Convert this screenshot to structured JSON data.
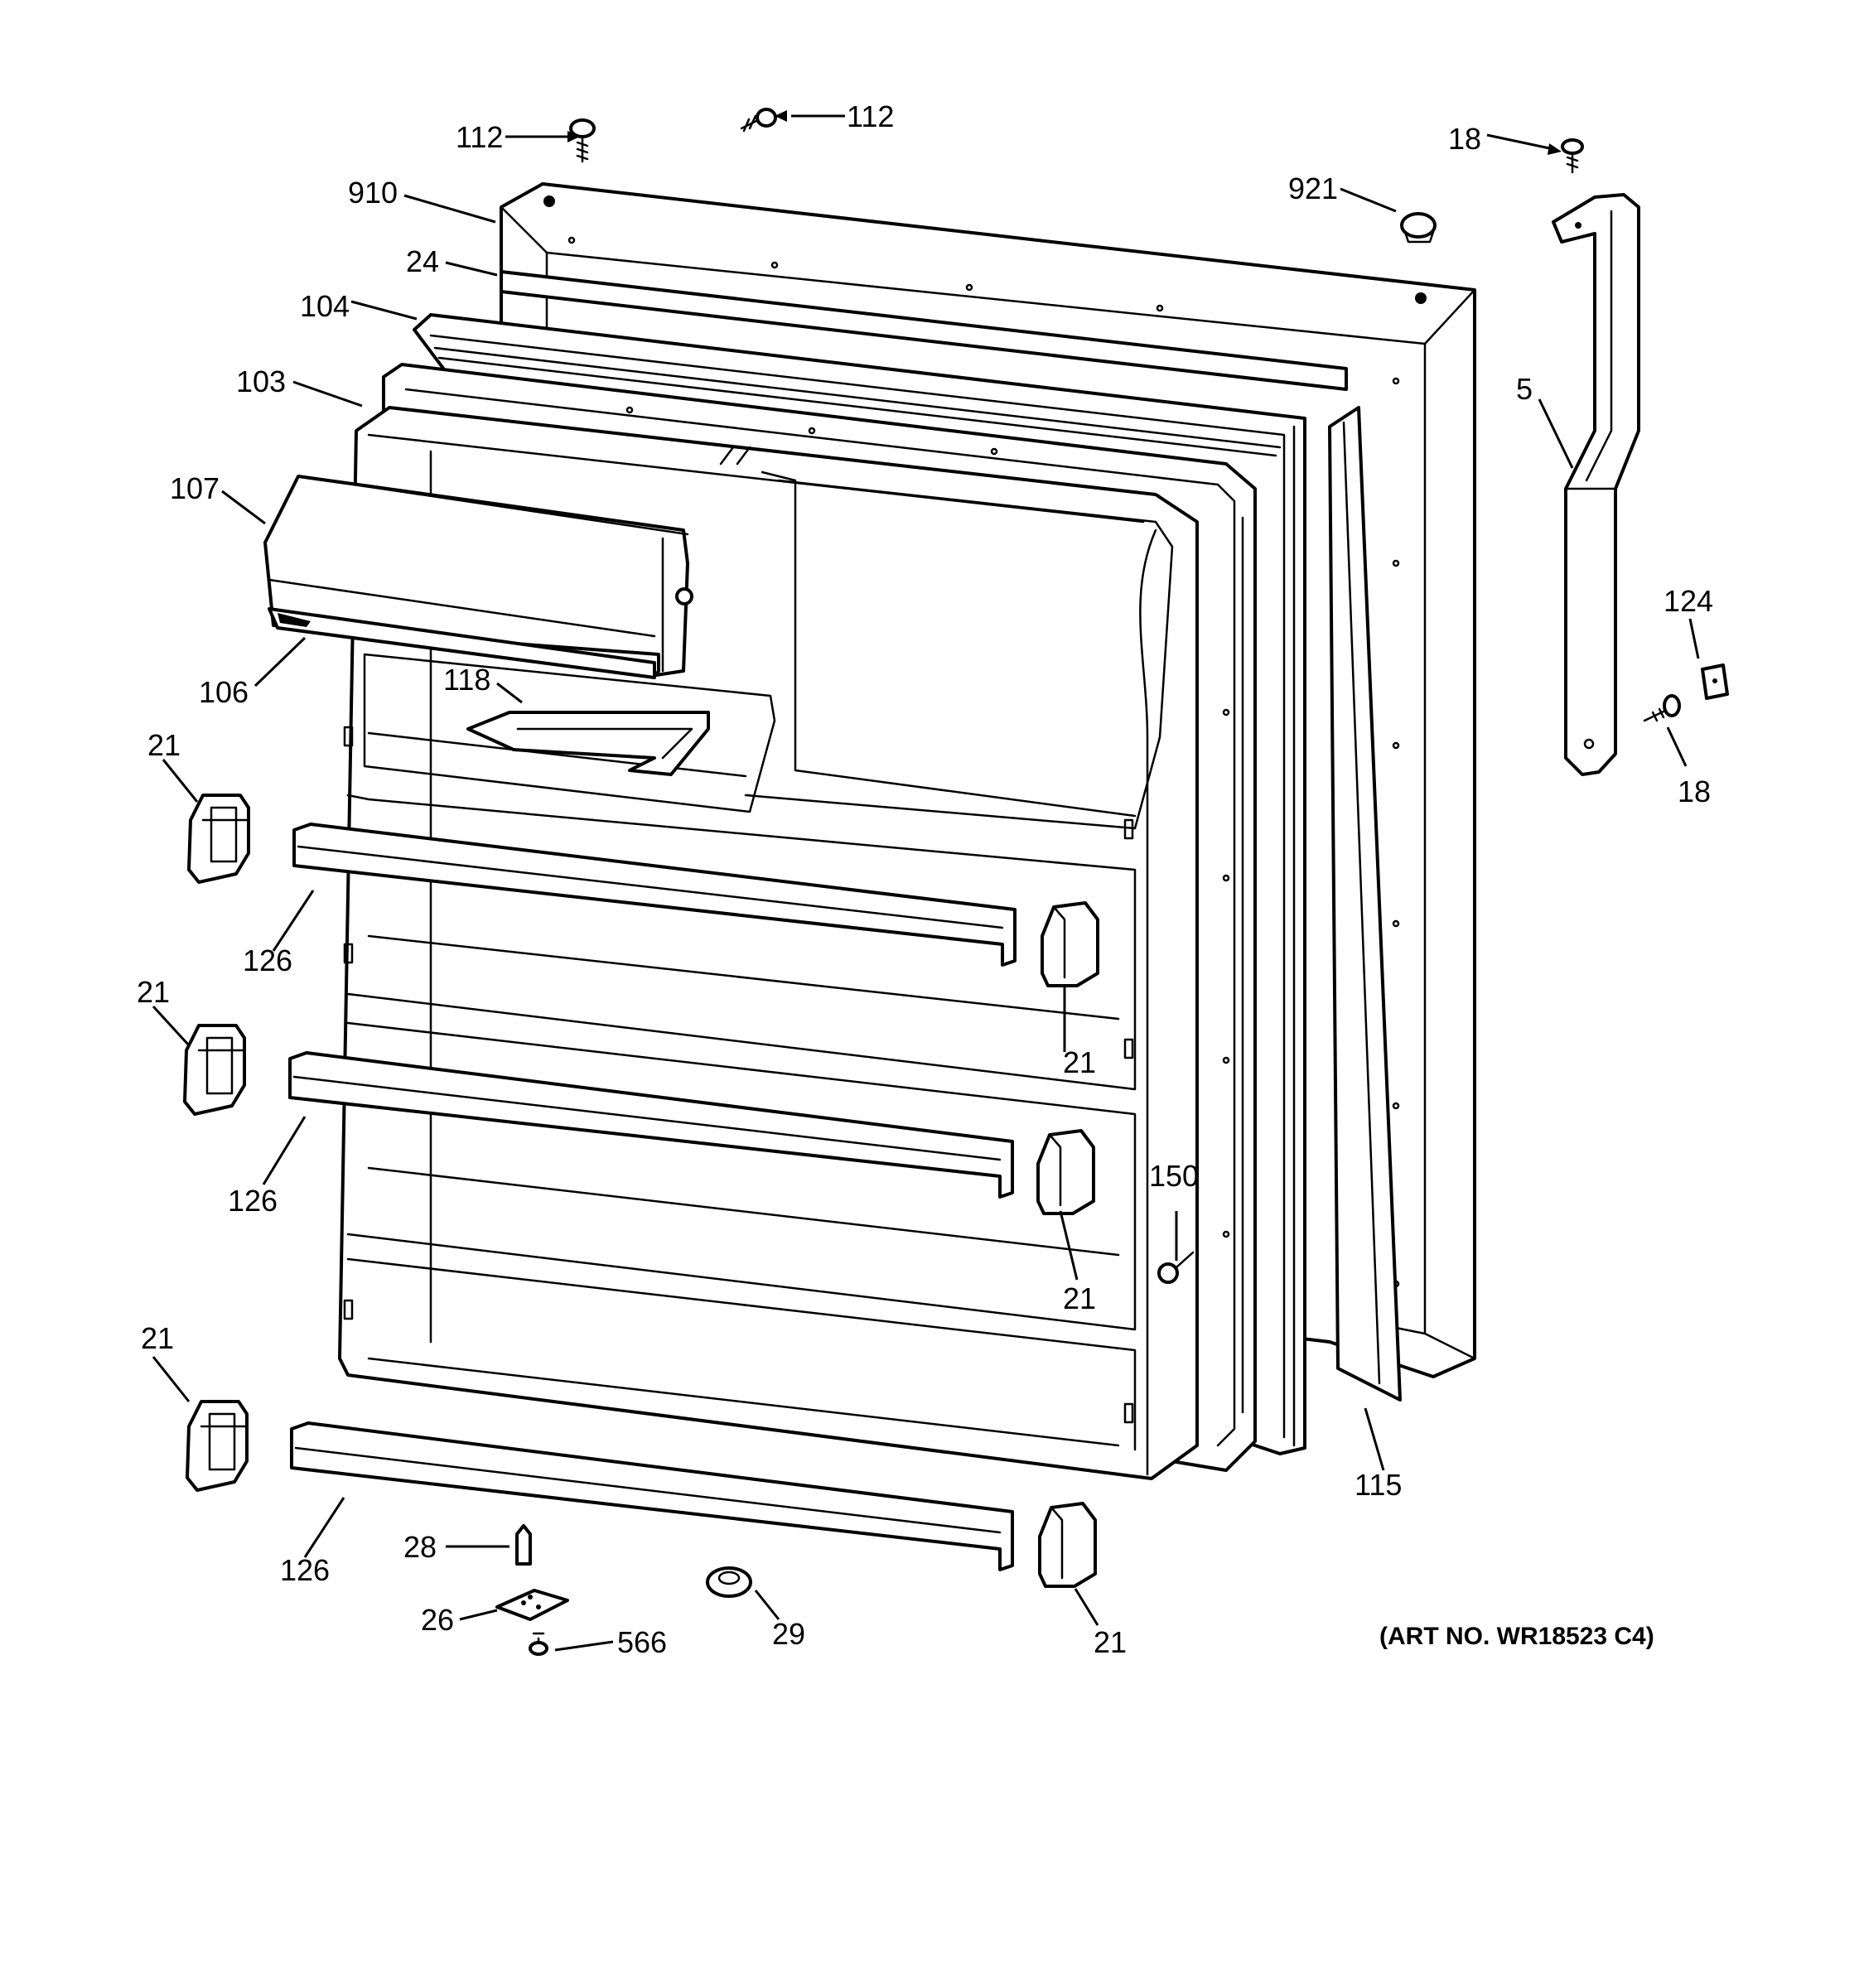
{
  "callouts": {
    "c112a": "112",
    "c112b": "112",
    "c18a": "18",
    "c910": "910",
    "c921": "921",
    "c24": "24",
    "c104": "104",
    "c103": "103",
    "c5": "5",
    "c107": "107",
    "c124": "124",
    "c18b": "18",
    "c106": "106",
    "c118": "118",
    "c21a": "21",
    "c126a": "126",
    "c21b": "21",
    "c21c": "21",
    "c126b": "126",
    "c150": "150",
    "c21d": "21",
    "c21e": "21",
    "c115": "115",
    "c126c": "126",
    "c28": "28",
    "c26": "26",
    "c566": "566",
    "c29": "29",
    "c21f": "21"
  },
  "art_number": "(ART NO. WR18523 C4)"
}
